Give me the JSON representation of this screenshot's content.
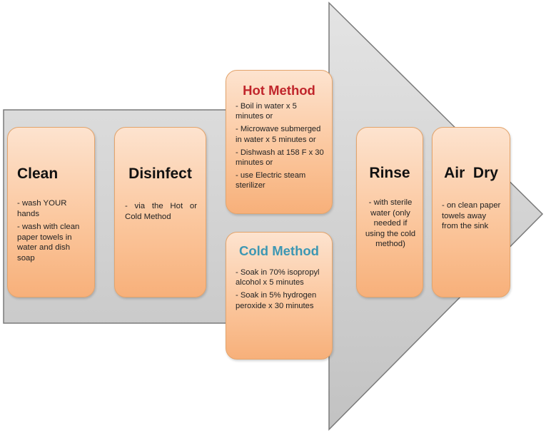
{
  "diagram": {
    "colors": {
      "arrow_fill": "#d5d5d5",
      "box_fill": "#fbc79e",
      "box_border": "#e3a46c",
      "hot_title": "#c0252b",
      "cold_title": "#3d97b3"
    },
    "steps": {
      "clean": {
        "title": "Clean",
        "lines": [
          "- wash YOUR hands",
          "- wash with clean paper towels in water and dish soap"
        ]
      },
      "disinfect": {
        "title": "Disinfect",
        "lines": [
          "- via the Hot or Cold Method"
        ]
      },
      "rinse": {
        "title": "Rinse",
        "text": "- with sterile water (only needed if using the cold method)"
      },
      "air_dry": {
        "title": "Air  Dry",
        "text": "- on clean paper towels away from the sink"
      }
    },
    "hot_method": {
      "title": "Hot Method",
      "lines": [
        "- Boil in water x 5 minutes or",
        "- Microwave submerged in water x 5 minutes or",
        "- Dishwash at 158 F x 30 minutes or",
        "- use Electric steam sterilizer"
      ]
    },
    "cold_method": {
      "title": "Cold Method",
      "lines": [
        "- Soak in 70% isopropyl alcohol x 5 minutes",
        "- Soak in 5% hydrogen peroxide x 30 minutes"
      ]
    }
  }
}
